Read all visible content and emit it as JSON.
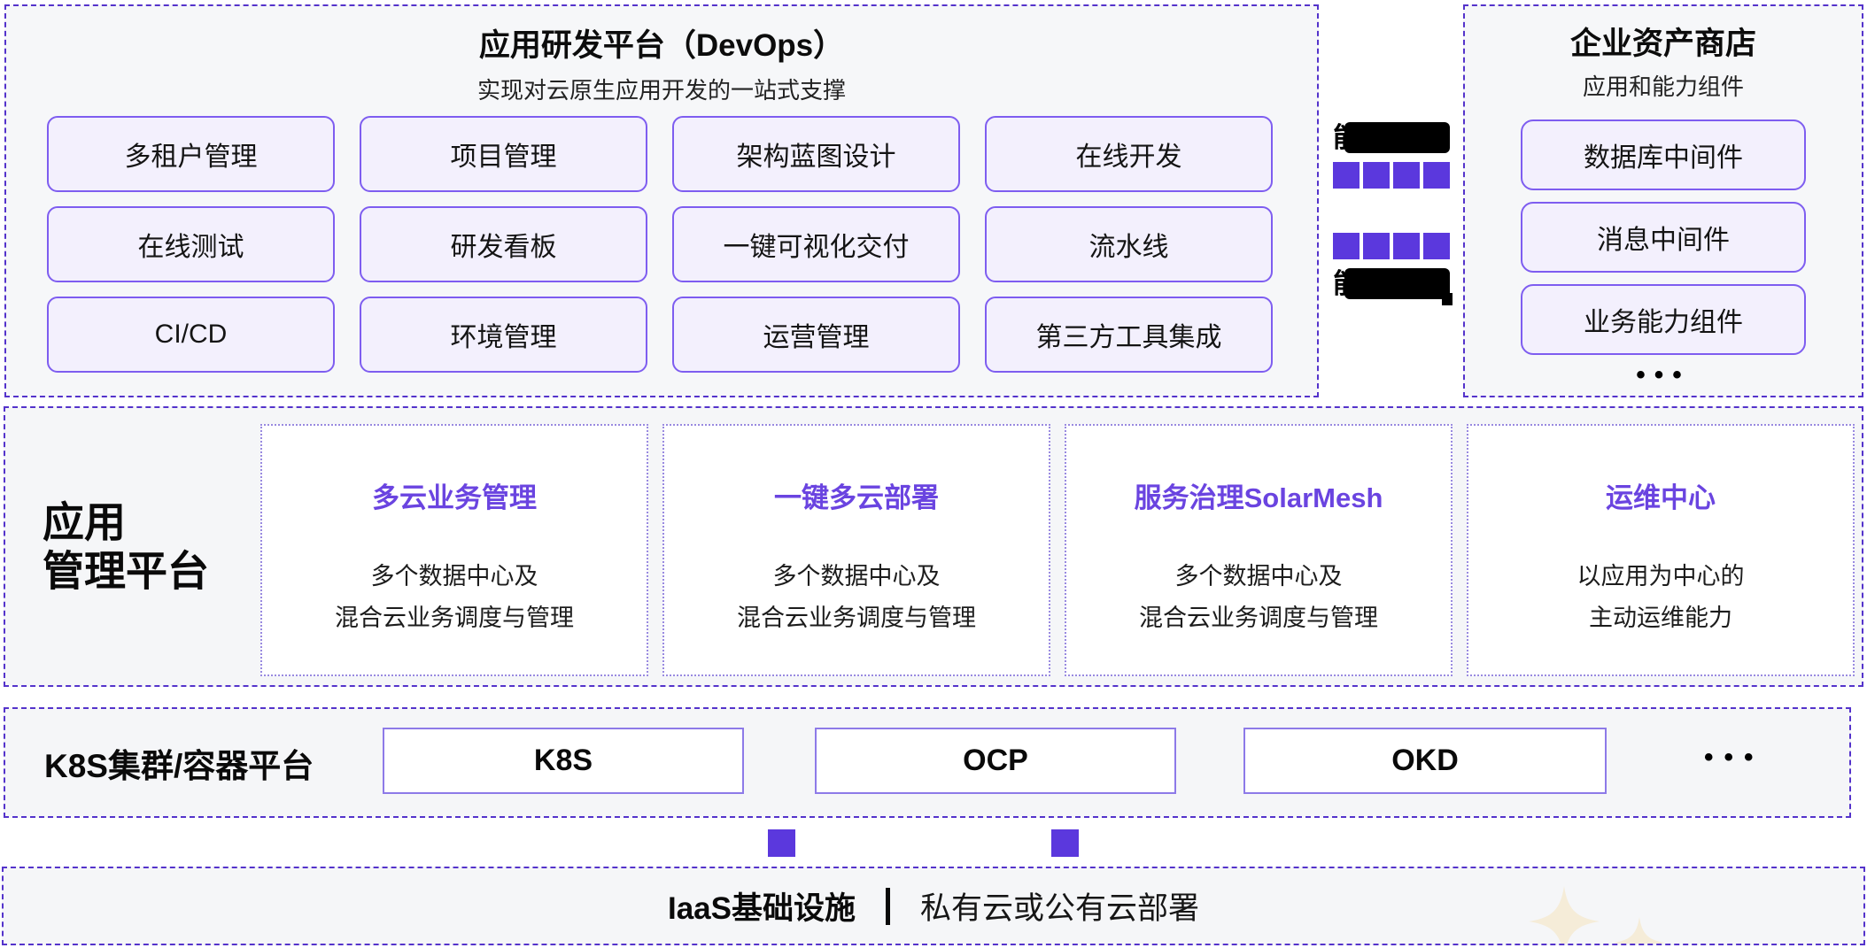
{
  "devops_panel": {
    "title": "应用研发平台（DevOps）",
    "subtitle": "实现对云原生应用开发的一站式支撑",
    "buttons": [
      "多租户管理",
      "项目管理",
      "架构蓝图设计",
      "在线开发",
      "在线测试",
      "研发看板",
      "一键可视化交付",
      "流水线",
      "CI/CD",
      "环境管理",
      "运营管理",
      "第三方工具集成"
    ]
  },
  "capability_strip": {
    "top_label_visible_char": "能",
    "bottom_label_visible_char": "能",
    "square_rows": 2,
    "squares_per_row": 4
  },
  "asset_store_panel": {
    "title": "企业资产商店",
    "subtitle": "应用和能力组件",
    "items": [
      "数据库中间件",
      "消息中间件",
      "业务能力组件"
    ],
    "ellipsis": "•••"
  },
  "app_mgmt_band": {
    "label": "应用\n管理平台",
    "cards": [
      {
        "title": "多云业务管理",
        "desc": "多个数据中心及\n混合云业务调度与管理"
      },
      {
        "title": "一键多云部署",
        "desc": "多个数据中心及\n混合云业务调度与管理"
      },
      {
        "title": "服务治理SolarMesh",
        "desc": "多个数据中心及\n混合云业务调度与管理"
      },
      {
        "title": "运维中心",
        "desc": "以应用为中心的\n主动运维能力"
      }
    ]
  },
  "k8s_band": {
    "label": "K8S集群/容器平台",
    "items": [
      "K8S",
      "OCP",
      "OKD"
    ],
    "ellipsis": "•••"
  },
  "iaas_band": {
    "title": "IaaS基础设施",
    "subtitle": "私有云或公有云部署"
  },
  "colors": {
    "accent_purple": "#5b38dd",
    "dashed_border_purple": "#5433cb",
    "chip_fill": "#f3f0fd",
    "chip_border": "#7e5df0",
    "band_background": "#f5f6f8",
    "card_title_purple": "#6a44e0",
    "card_dotted_border": "#998ae0",
    "k8s_box_border": "#8d7ae8",
    "redaction_black": "#000000",
    "sparkle_cream": "#f5ecd8"
  }
}
